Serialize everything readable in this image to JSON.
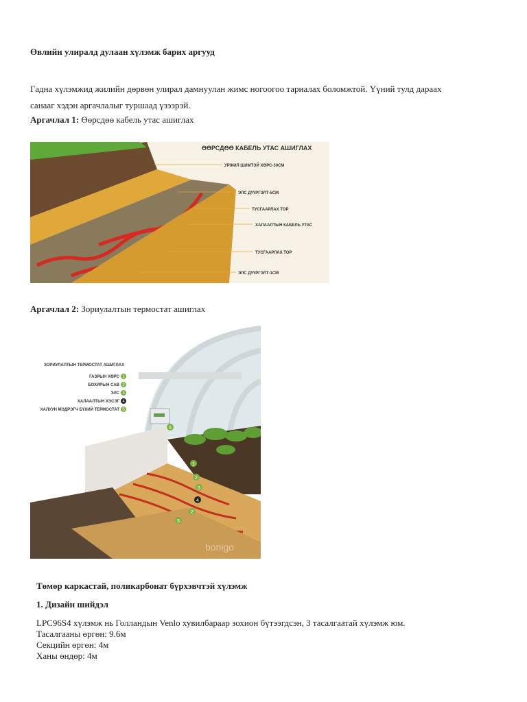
{
  "heading": "Өвлийн улиралд дулаан хүлэмж барих аргууд",
  "intro_line1": "Гадна хүлэмжид жилийн дөрвөн улирал дамнуулан жимс ногоогоо тариалах боломжтой. Үүний тулд дараах",
  "intro_line2": "санааг хэдэн аргачлалыг туршаад үзээрэй.",
  "method1": {
    "label": "Аргачлал 1:",
    "text": "Өөрсдөө кабель утас ашиглах"
  },
  "figure1": {
    "title": "ӨӨРСДӨӨ КАБЕЛЬ УТАС АШИГЛАХ",
    "labels": [
      "УРЖИЛ ШИМТЭЙ ХӨРС-30СМ",
      "ЭЛС ДҮҮРГЭЛТ-5СМ",
      "ТУСГААРЛАХ ТОР",
      "ХАЛААЛТЫН КАБЕЛЬ УТАС",
      "ТУСГААРЛАХ ТОР",
      "ЭЛС ДҮҮРГЭЛТ-1СМ"
    ]
  },
  "method2": {
    "label": "Аргачлал 2:",
    "text": "Зориулалтын термостат ашиглах"
  },
  "figure2": {
    "title": "ЗОРИУЛАЛТЫН ТЕРМОСТАТ АШИГЛАХ",
    "legend": [
      {
        "text": "ГАЗРЫН ХӨРС",
        "num": "1"
      },
      {
        "text": "БОХИРЫН САВ",
        "num": "2"
      },
      {
        "text": "ЭЛС",
        "num": "3"
      },
      {
        "text": "ХАЛААЛТЫН ХЭСЭГ",
        "num": "4"
      },
      {
        "text": "ХАЛУУН МЭДРЭГЧ БҮХИЙ ТЕРМОСТАТ",
        "num": "5"
      }
    ],
    "watermark": "bonigo"
  },
  "section_title": "Төмөр каркастай, поликарбонат бүрхэвчтэй хүлэмж",
  "subsection": "1. Дизайн шийдэл",
  "design": [
    "LPC96S4 хүлэмж нь Голландын Venlo хувилбараар зохион бүтээгдсэн, 3 тасалгаатай хүлэмж юм.",
    "Тасалгааны өргөн: 9.6м",
    "Секцийн өргөн: 4м",
    "Ханы өндөр: 4м"
  ],
  "colors": {
    "soil": "#6b4a2e",
    "sand": "#e0a838",
    "cable": "#d42a22",
    "accent_green": "#7cb342"
  }
}
